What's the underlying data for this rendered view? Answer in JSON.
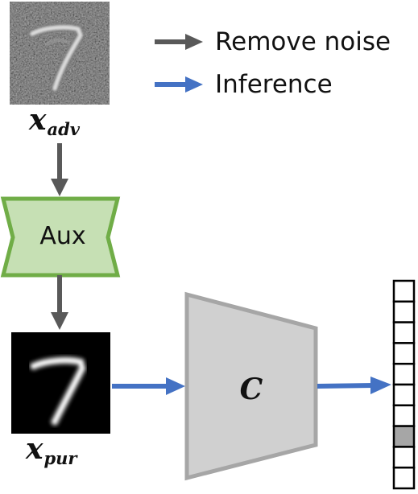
{
  "legend": [
    {
      "label": "Remove noise",
      "color": "#595959"
    },
    {
      "label": "Inference",
      "color": "#4472c4"
    }
  ],
  "inputs": {
    "adversarial": {
      "symbol": "x",
      "subscript": "adv",
      "digit": "7"
    },
    "purified": {
      "symbol": "x",
      "subscript": "pur",
      "digit": "7"
    }
  },
  "aux_block": {
    "label": "Aux",
    "fill": "#c6e0b4",
    "stroke": "#70ad47"
  },
  "classifier": {
    "label": "C",
    "fill": "#d0d0d0",
    "stroke": "#a6a6a6"
  },
  "output_vector": {
    "cells": 10,
    "highlighted_index": 7,
    "highlight_color": "#a6a6a6"
  },
  "colors": {
    "remove_noise_arrow": "#595959",
    "inference_arrow": "#4472c4"
  }
}
